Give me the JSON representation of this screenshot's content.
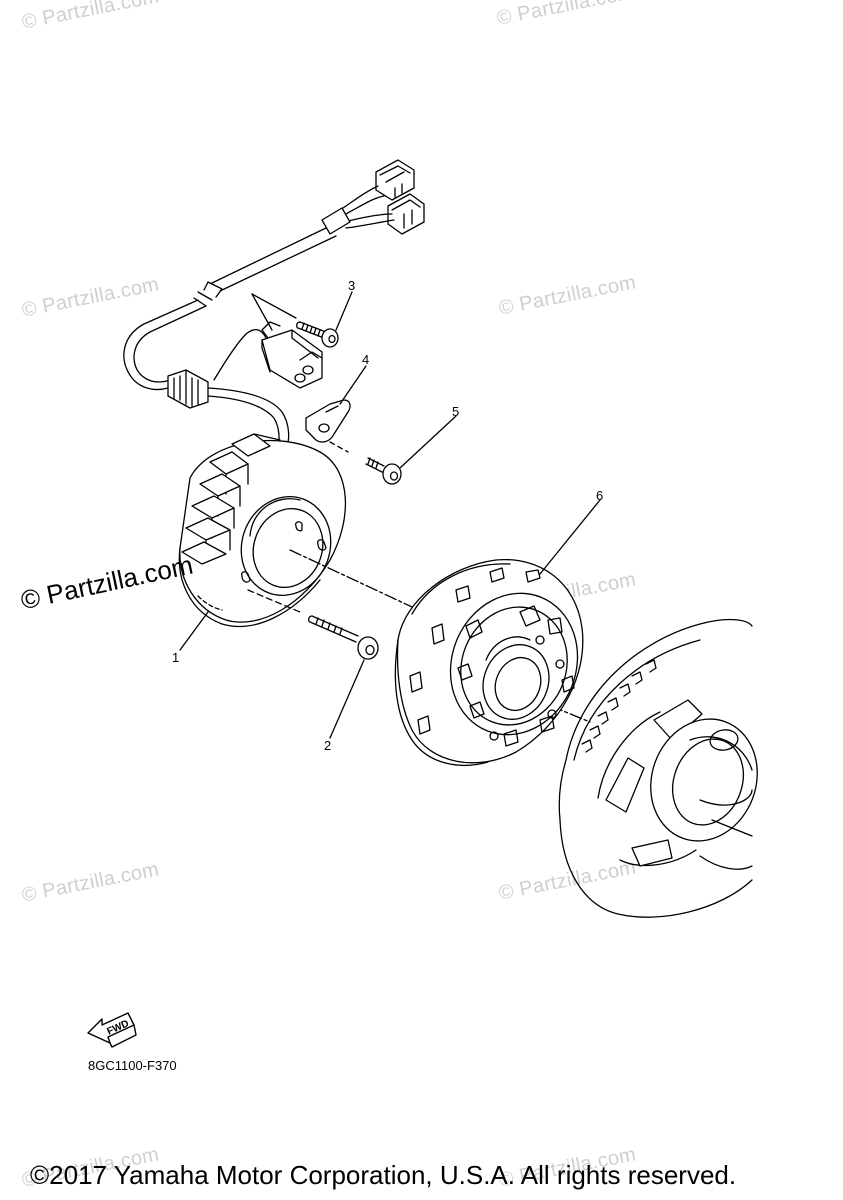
{
  "watermark": {
    "text": "© Partzilla.com",
    "featured_text": "© Partzilla.com"
  },
  "callouts": [
    "1",
    "2",
    "3",
    "4",
    "5",
    "6"
  ],
  "diagram_code": "8GC1100-F370",
  "fwd_label": "FWD",
  "copyright": "©2017 Yamaha Motor Corporation, U.S.A. All rights reserved.",
  "colors": {
    "line": "#000000",
    "watermark": "#cfcfcf"
  }
}
